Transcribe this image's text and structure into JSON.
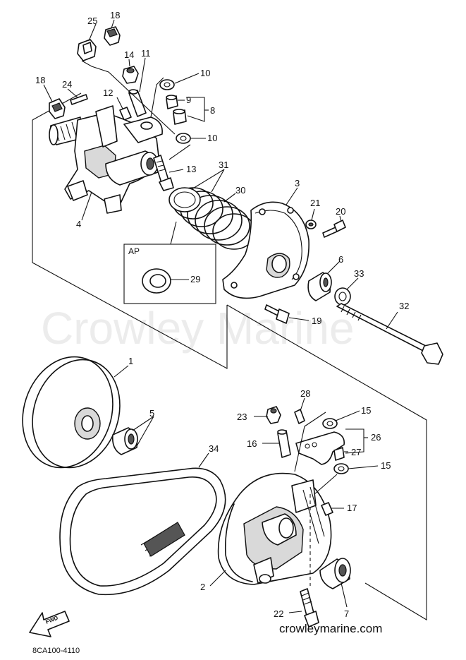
{
  "watermark": "Crowley Marine",
  "website": "crowleymarine.com",
  "diagram_code": "8CA100-4110",
  "ap_label": "AP",
  "fwd_label": "FWD",
  "callouts": {
    "c1": "1",
    "c2": "2",
    "c3": "3",
    "c4": "4",
    "c5": "5",
    "c6": "6",
    "c7": "7",
    "c8": "8",
    "c9": "9",
    "c10a": "10",
    "c10b": "10",
    "c11": "11",
    "c12": "12",
    "c13": "13",
    "c14": "14",
    "c15a": "15",
    "c15b": "15",
    "c16": "16",
    "c17": "17",
    "c18a": "18",
    "c18b": "18",
    "c19": "19",
    "c20": "20",
    "c21": "21",
    "c22": "22",
    "c23": "23",
    "c24": "24",
    "c25": "25",
    "c26": "26",
    "c27": "27",
    "c28": "28",
    "c29": "29",
    "c30": "30",
    "c31": "31",
    "c32": "32",
    "c33": "33",
    "c34": "34"
  }
}
